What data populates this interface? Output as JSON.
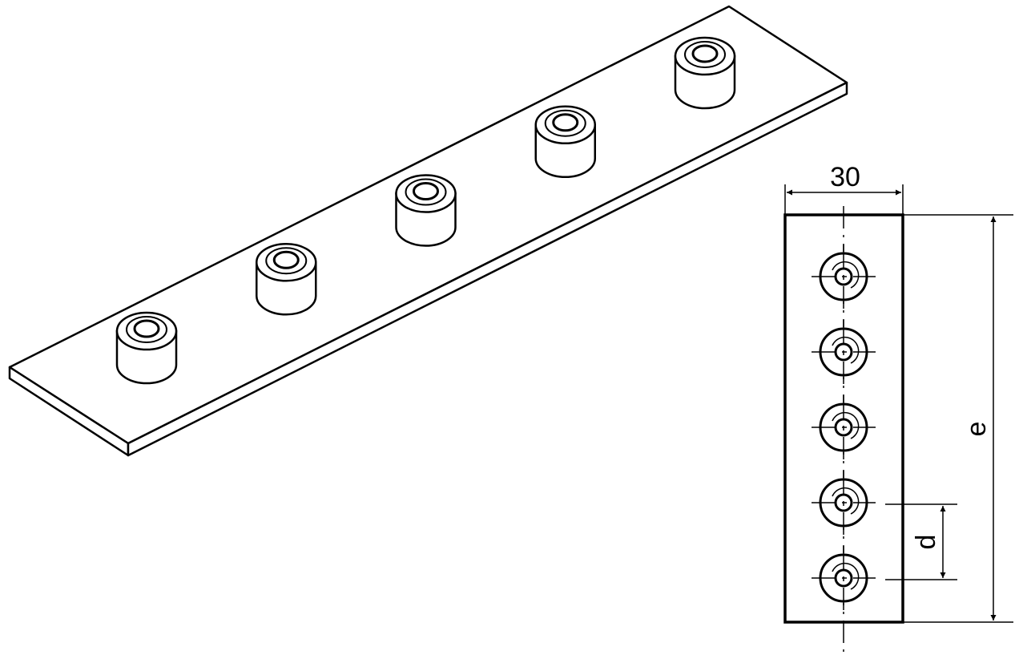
{
  "drawing": {
    "standoff_count": 5,
    "dimensions": {
      "width_label": "30",
      "length_label": "e",
      "pitch_label": "d"
    },
    "line_color": "#000000",
    "background": "#ffffff"
  }
}
